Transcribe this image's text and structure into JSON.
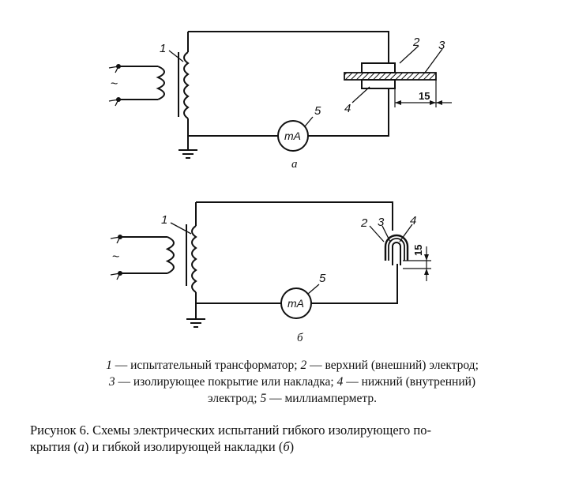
{
  "diagram_a": {
    "labels": {
      "n1": "1",
      "n2": "2",
      "n3": "3",
      "n4": "4",
      "n5": "5"
    },
    "meter": "mA",
    "dimension": "15",
    "sublabel": "а"
  },
  "diagram_b": {
    "labels": {
      "n1": "1",
      "n2": "2",
      "n3": "3",
      "n4": "4",
      "n5": "5"
    },
    "meter": "mA",
    "dimension": "15",
    "sublabel": "б"
  },
  "legend": {
    "item1_num": "1",
    "item1_text": " — испытательный трансформатор; ",
    "item2_num": "2",
    "item2_text": " — верхний (внешний) электрод;",
    "item3_num": "3",
    "item3_text": " — изолирующее покрытие или накладка; ",
    "item4_num": "4",
    "item4_text": " — нижний (внутренний)",
    "item4_cont": "электрод; ",
    "item5_num": "5",
    "item5_text": " — миллиамперметр."
  },
  "caption": {
    "line1": "Рисунок 6. Схемы электрических испытаний гибкого изолирующего по-",
    "line2_pre": "крытия (",
    "a": "а",
    "line2_mid": ") и гибкой изолирующей накладки (",
    "b": "б",
    "line2_post": ")"
  }
}
